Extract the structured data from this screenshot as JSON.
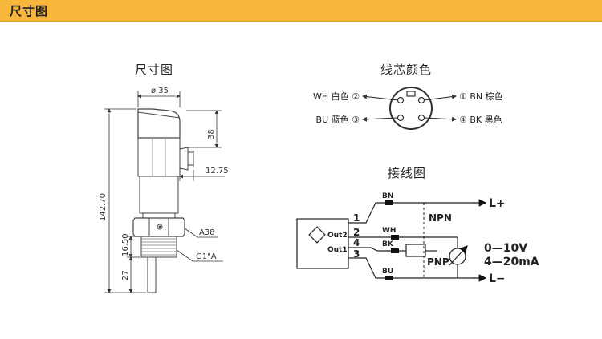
{
  "header": {
    "title": "尺寸图"
  },
  "dimension_drawing": {
    "title": "尺寸图",
    "diameter": "ø 35",
    "connector_height": "38",
    "connector_offset": "12.75",
    "total_length": "142.70",
    "hex_label": "A38",
    "thread_length": "16.50",
    "thread_label": "G1\"A",
    "probe_length": "27"
  },
  "wire_colors": {
    "title": "线芯颜色",
    "pins": [
      {
        "label": "WH 白色 ②"
      },
      {
        "label": "BU 蓝色 ③"
      },
      {
        "label": "① BN 棕色"
      },
      {
        "label": "④ BK 黑色"
      }
    ]
  },
  "wiring": {
    "title": "接线图",
    "terminals": [
      "1",
      "2",
      "4",
      "3"
    ],
    "outputs": [
      "Out2",
      "Out1"
    ],
    "wires": [
      "BN",
      "WH",
      "BK",
      "BU"
    ],
    "npn": "NPN",
    "pnp": "PNP",
    "l_plus": "L+",
    "l_minus": "L−",
    "signal_1": "0—10V",
    "signal_2": "4—20mA"
  }
}
